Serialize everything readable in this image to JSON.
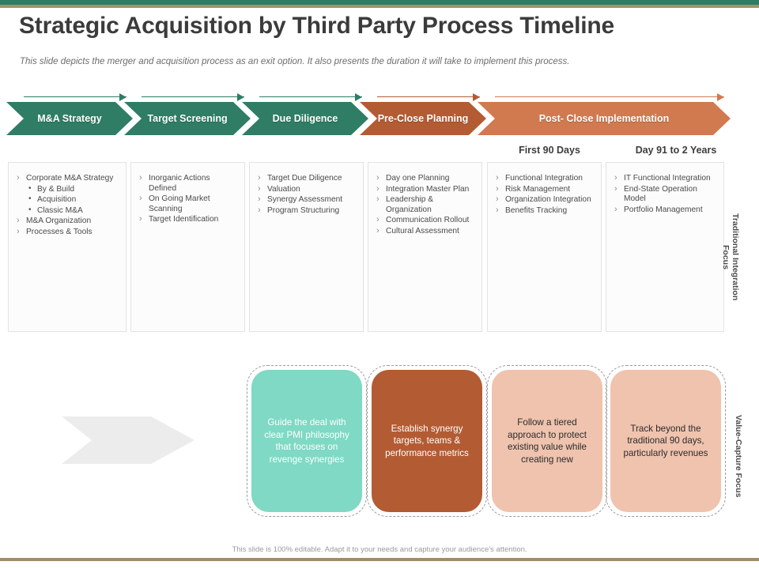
{
  "theme": {
    "band_green": "#2E7D64",
    "band_tan": "#A39172",
    "chevron_green": "#2E7D64",
    "chevron_brown": "#B35B33",
    "chevron_orange": "#D1794F",
    "card_mint": "#7FD9C4",
    "card_brown": "#B35B33",
    "card_peach": "#EFC3AE",
    "grey_chevron": "#ECECEC",
    "bottom_band": "#A08B6E"
  },
  "header": {
    "title": "Strategic Acquisition by Third Party Process Timeline",
    "subtitle": "This slide depicts the merger and acquisition process as an exit option. It also presents the duration it will take to implement this process."
  },
  "timeline": {
    "stages": [
      {
        "label": "M&A Strategy",
        "color_key": "chevron_green"
      },
      {
        "label": "Target Screening",
        "color_key": "chevron_green"
      },
      {
        "label": "Due Diligence",
        "color_key": "chevron_green"
      },
      {
        "label": "Pre-Close Planning",
        "color_key": "chevron_brown"
      },
      {
        "label": "Post- Close Implementation",
        "color_key": "chevron_orange"
      }
    ],
    "day_labels": [
      {
        "text": "First 90 Days"
      },
      {
        "text": "Day 91 to 2 Years"
      }
    ]
  },
  "columns": [
    {
      "items": [
        {
          "level": 1,
          "text": "Corporate M&A Strategy"
        },
        {
          "level": 2,
          "text": "By & Build"
        },
        {
          "level": 2,
          "text": "Acquisition"
        },
        {
          "level": 2,
          "text": "Classic M&A"
        },
        {
          "level": 1,
          "text": "M&A Organization"
        },
        {
          "level": 1,
          "text": "Processes & Tools"
        }
      ]
    },
    {
      "items": [
        {
          "level": 1,
          "text": "Inorganic Actions Defined"
        },
        {
          "level": 1,
          "text": "On Going Market Scanning"
        },
        {
          "level": 1,
          "text": "Target Identification"
        }
      ]
    },
    {
      "items": [
        {
          "level": 1,
          "text": "Target Due Diligence"
        },
        {
          "level": 1,
          "text": "Valuation"
        },
        {
          "level": 1,
          "text": "Synergy Assessment"
        },
        {
          "level": 1,
          "text": "Program Structuring"
        }
      ]
    },
    {
      "items": [
        {
          "level": 1,
          "text": "Day one Planning"
        },
        {
          "level": 1,
          "text": "Integration Master Plan"
        },
        {
          "level": 1,
          "text": "Leadership & Organization"
        },
        {
          "level": 1,
          "text": "Communication Rollout"
        },
        {
          "level": 1,
          "text": "Cultural Assessment"
        }
      ]
    },
    {
      "items": [
        {
          "level": 1,
          "text": "Functional Integration"
        },
        {
          "level": 1,
          "text": "Risk Management"
        },
        {
          "level": 1,
          "text": "Organization Integration"
        },
        {
          "level": 1,
          "text": "Benefits Tracking"
        }
      ]
    },
    {
      "items": [
        {
          "level": 1,
          "text": "IT Functional Integration"
        },
        {
          "level": 1,
          "text": "End-State Operation Model"
        },
        {
          "level": 1,
          "text": "Portfolio Management"
        }
      ]
    }
  ],
  "side_labels": {
    "top": "Traditional Integration Focus",
    "bottom": "Value-Capture Focus"
  },
  "cards": [
    {
      "text": "Guide the deal with clear PMI philosophy that focuses on revenge synergies",
      "bg_key": "card_mint",
      "fg": "#ffffff"
    },
    {
      "text": "Establish synergy targets, teams & performance metrics",
      "bg_key": "card_brown",
      "fg": "#ffffff"
    },
    {
      "text": "Follow a tiered approach to protect existing value while creating new",
      "bg_key": "card_peach",
      "fg": "#2b2b2b"
    },
    {
      "text": "Track beyond the traditional 90 days, particularly revenues",
      "bg_key": "card_peach",
      "fg": "#2b2b2b"
    }
  ],
  "footer": {
    "note": "This slide is 100% editable. Adapt it to your needs and capture your audience's attention."
  }
}
